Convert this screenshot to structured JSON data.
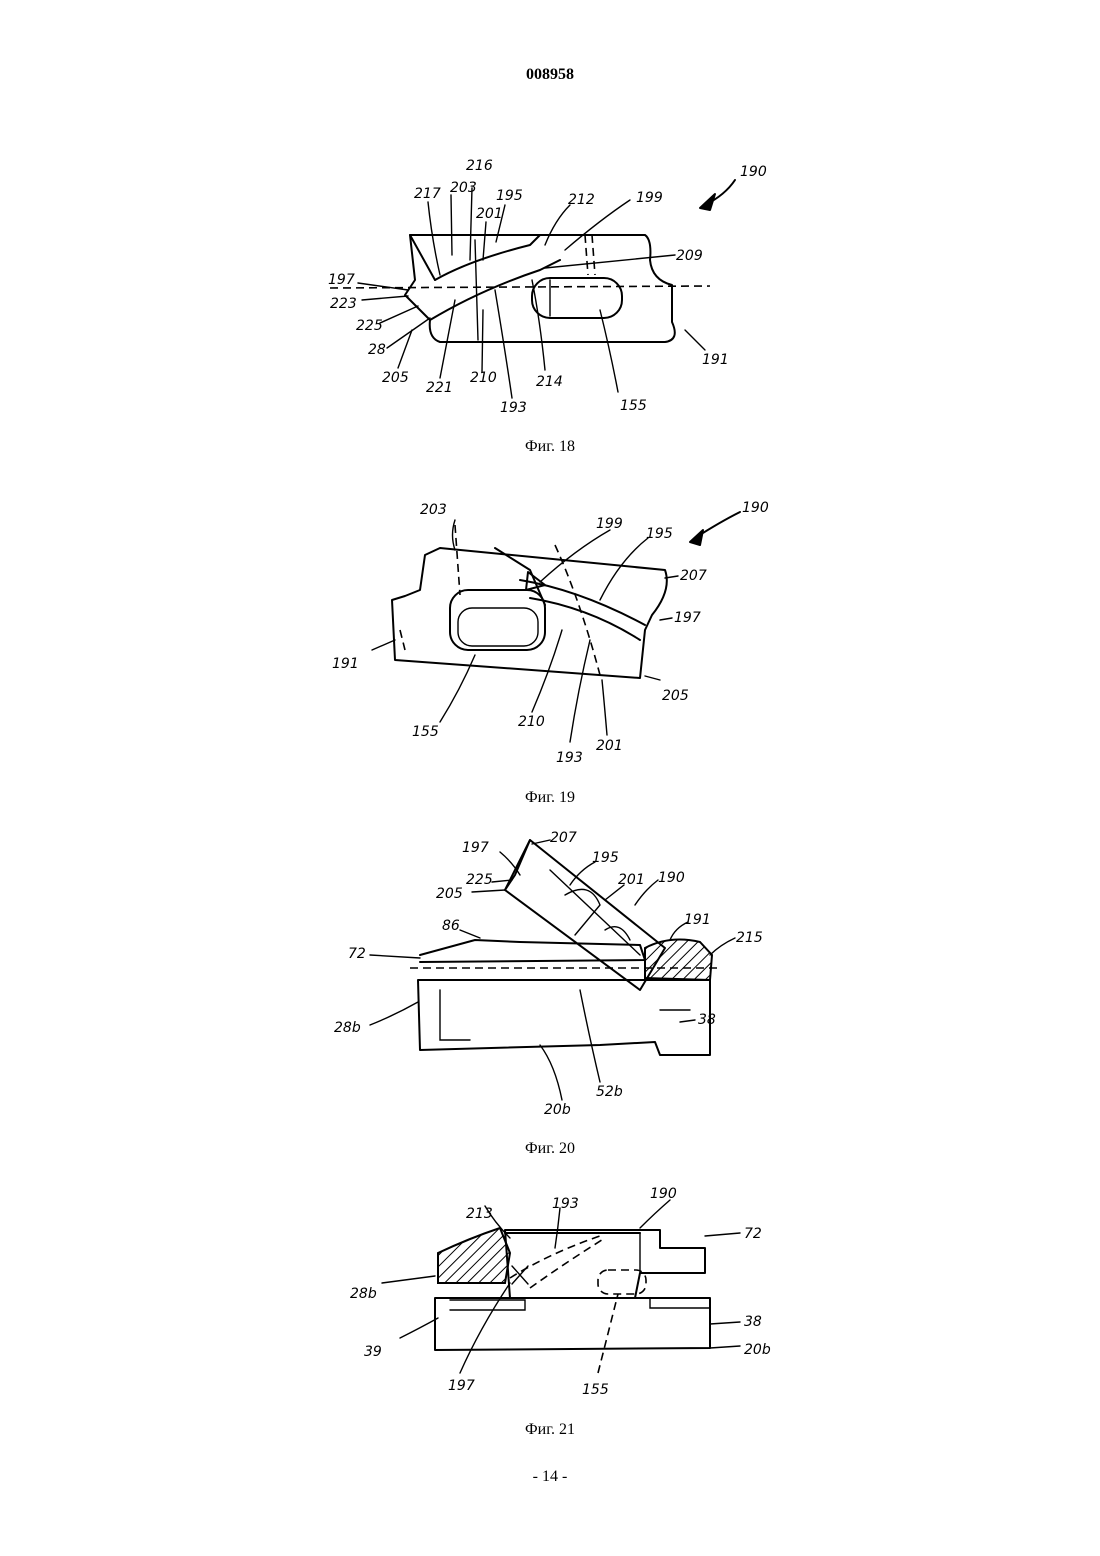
{
  "header": {
    "doc_number": "008958"
  },
  "figures": [
    {
      "caption": "Фиг. 18",
      "labels": [
        "190",
        "217",
        "203",
        "216",
        "201",
        "195",
        "212",
        "199",
        "209",
        "197",
        "223",
        "225",
        "28",
        "205",
        "221",
        "210",
        "193",
        "214",
        "155",
        "191"
      ]
    },
    {
      "caption": "Фиг. 19",
      "labels": [
        "203",
        "199",
        "195",
        "190",
        "207",
        "197",
        "191",
        "155",
        "210",
        "193",
        "201",
        "205"
      ]
    },
    {
      "caption": "Фиг. 20",
      "labels": [
        "197",
        "207",
        "195",
        "201",
        "190",
        "225",
        "205",
        "86",
        "191",
        "215",
        "72",
        "28b",
        "38",
        "52b",
        "20b"
      ]
    },
    {
      "caption": "Фиг. 21",
      "labels": [
        "193",
        "190",
        "213",
        "72",
        "28b",
        "38",
        "39",
        "197",
        "155",
        "20b"
      ]
    }
  ],
  "footer": {
    "page_number": "- 14 -"
  }
}
